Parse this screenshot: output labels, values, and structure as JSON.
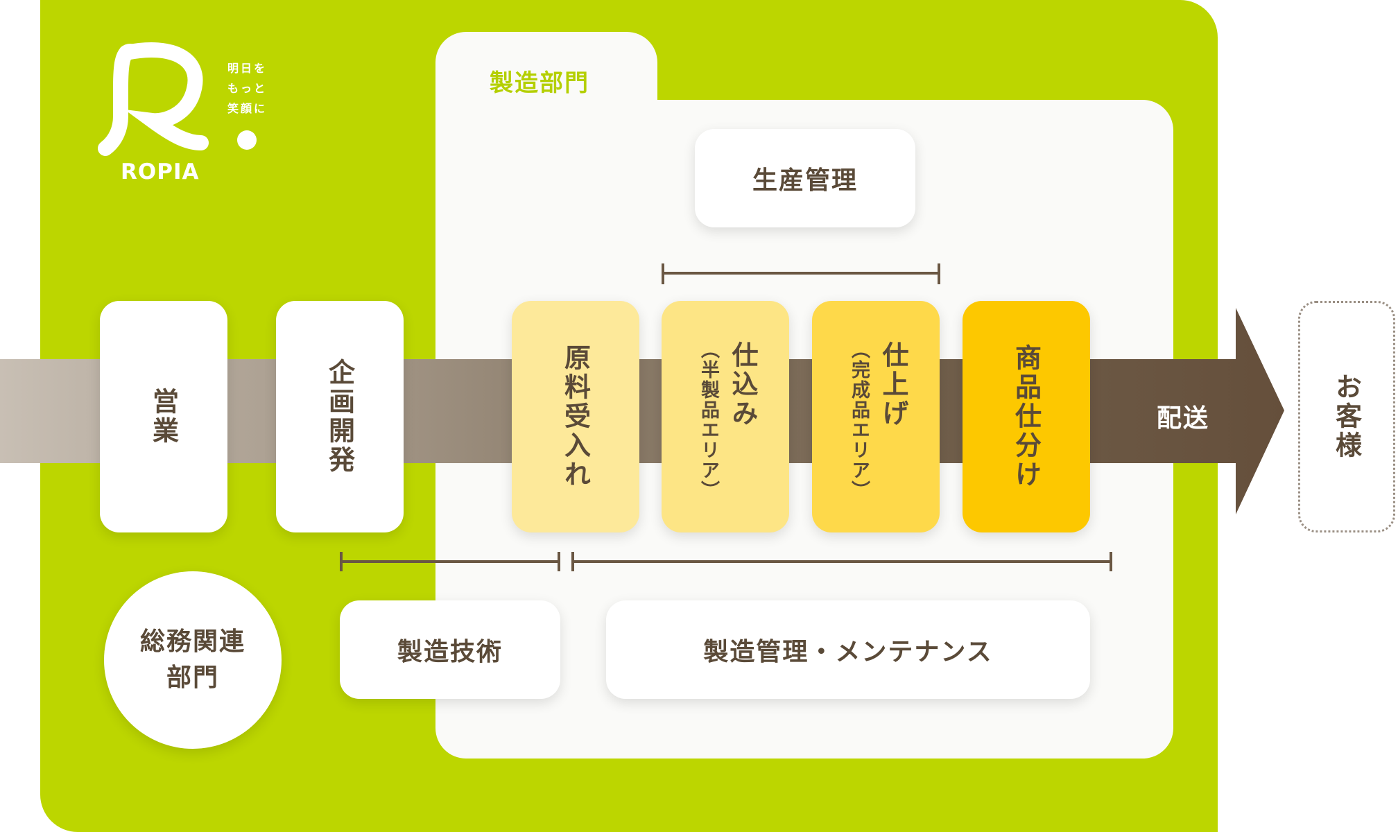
{
  "logo": {
    "tagline": [
      "明日を",
      "もっと",
      "笑顔に"
    ],
    "brand": "ROPIA"
  },
  "department": {
    "title": "製造部門"
  },
  "production_control": "生産管理",
  "flow": {
    "sales": "営業",
    "planning": "企画開発",
    "receiving": "原料受入れ",
    "prep": {
      "title": "仕込み",
      "sub": "（半製品エリア）"
    },
    "finish": {
      "title": "仕上げ",
      "sub": "（完成品エリア）"
    },
    "sorting": "商品仕分け",
    "delivery": "配送",
    "customer": "お客様"
  },
  "support": {
    "general_affairs": [
      "総務関連",
      "部門"
    ],
    "tech": "製造技術",
    "maintenance": "製造管理・メンテナンス"
  },
  "colors": {
    "green": "#bcd600",
    "brown": "#6a5743",
    "receiving": "#fde99a",
    "prep": "#fde585",
    "finish": "#fed94a",
    "sorting": "#fdc800"
  }
}
